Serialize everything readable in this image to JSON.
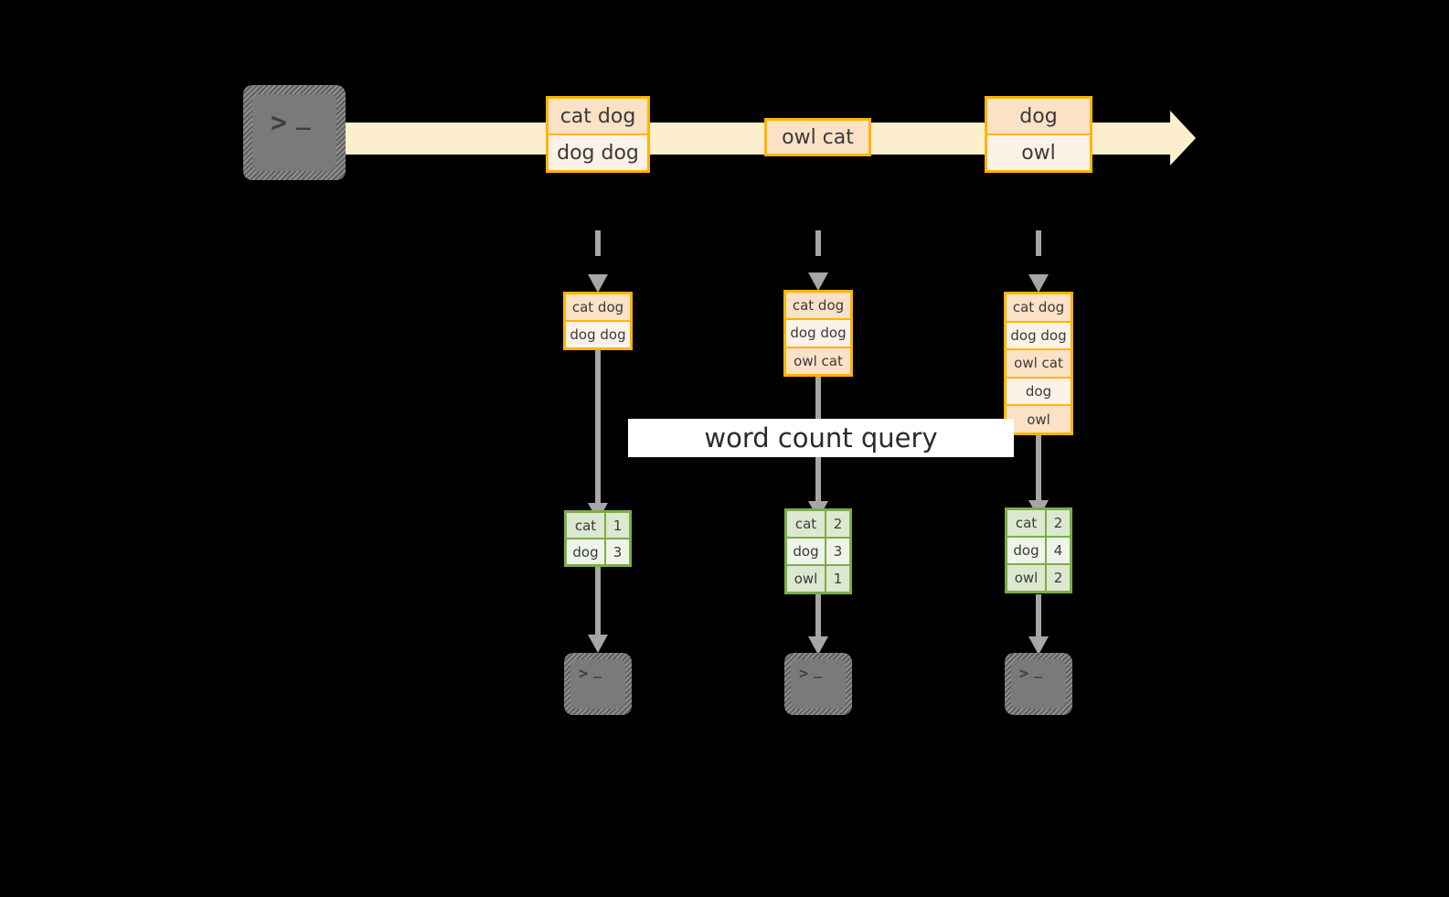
{
  "diagram": {
    "title_label": "word count query",
    "colors": {
      "background": "#000000",
      "stream_band": "#fdefcd",
      "record_border": "#ffb400",
      "record_fill_dark": "#fbe1c6",
      "record_fill_light": "#fdf2e8",
      "result_border": "#7aad4c",
      "result_fill_dark": "#dce8cf",
      "result_fill_light": "#eef4e8",
      "connector": "#a6a6a6",
      "terminal_body": "#7a7a7a",
      "label_band": "#ffffff"
    },
    "source": {
      "icon": "terminal-icon",
      "glyph_prompt": ">",
      "glyph_cursor": "_"
    },
    "stream": {
      "events": [
        {
          "lines": [
            "cat dog",
            "dog dog"
          ]
        },
        {
          "lines": [
            "owl cat"
          ]
        },
        {
          "lines": [
            "dog",
            "owl"
          ]
        }
      ]
    },
    "snapshots": [
      {
        "lines": [
          "cat dog",
          "dog dog"
        ]
      },
      {
        "lines": [
          "cat dog",
          "dog dog",
          "owl cat"
        ]
      },
      {
        "lines": [
          "cat dog",
          "dog dog",
          "owl cat",
          "dog",
          "owl"
        ]
      }
    ],
    "results": [
      {
        "header": null,
        "rows": [
          {
            "word": "cat",
            "count": "1"
          },
          {
            "word": "dog",
            "count": "3"
          }
        ]
      },
      {
        "header": null,
        "rows": [
          {
            "word": "cat",
            "count": "2"
          },
          {
            "word": "dog",
            "count": "3"
          },
          {
            "word": "owl",
            "count": "1"
          }
        ]
      },
      {
        "header": null,
        "rows": [
          {
            "word": "cat",
            "count": "2"
          },
          {
            "word": "dog",
            "count": "4"
          },
          {
            "word": "owl",
            "count": "2"
          }
        ]
      }
    ],
    "sinks": [
      {
        "icon": "terminal-icon",
        "glyph_prompt": ">",
        "glyph_cursor": "_"
      },
      {
        "icon": "terminal-icon",
        "glyph_prompt": ">",
        "glyph_cursor": "_"
      },
      {
        "icon": "terminal-icon",
        "glyph_prompt": ">",
        "glyph_cursor": "_"
      }
    ]
  }
}
